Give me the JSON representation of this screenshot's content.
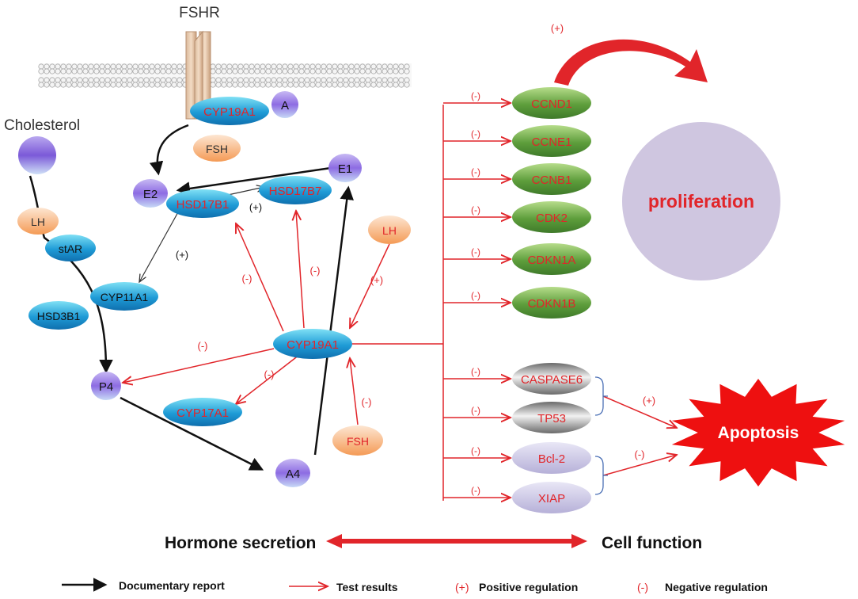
{
  "title_fshr": "FSHR",
  "cholesterol": "Cholesterol",
  "nodes": {
    "cyp19a1_top": "CYP19A1",
    "a": "A",
    "fsh_top": "FSH",
    "e2": "E2",
    "hsd17b1": "HSD17B1",
    "hsd17b7": "HSD17B7",
    "e1": "E1",
    "lh_left": "LH",
    "star": "stAR",
    "cyp11a1": "CYP11A1",
    "hsd3b1": "HSD3B1",
    "p4": "P4",
    "cyp19a1_center": "CYP19A1",
    "cyp17a1": "CYP17A1",
    "a4": "A4",
    "lh_right": "LH",
    "fsh_bottom": "FSH",
    "ccnd1": "CCND1",
    "ccne1": "CCNE1",
    "ccnb1": "CCNB1",
    "cdk2": "CDK2",
    "cdkn1a": "CDKN1A",
    "cdkn1b": "CDKN1B",
    "caspase6": "CASPASE6",
    "tp53": "TP53",
    "bcl2": "Bcl-2",
    "xiap": "XIAP"
  },
  "outcomes": {
    "proliferation": "proliferation",
    "apoptosis": "Apoptosis"
  },
  "signs": {
    "pos": "(+)",
    "neg": "(-)"
  },
  "bottom": {
    "hormone": "Hormone secretion",
    "cell": "Cell function"
  },
  "legend": {
    "documentary": "Documentary report",
    "test": "Test results",
    "positive": "Positive regulation",
    "negative": "Negative regulation"
  },
  "colors": {
    "red": "#e1252a",
    "blue": "#2aa6d9",
    "green": "#5a9a3a",
    "gray": "#8a8a8a",
    "lavender": "#c9c3dd",
    "peach": "#f4a05e"
  }
}
